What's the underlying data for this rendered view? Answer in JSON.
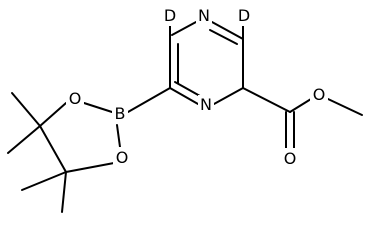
{
  "atoms": {
    "n_top": "N",
    "n_bottom": "N",
    "deuterium_left": "D",
    "deuterium_right": "D",
    "boron": "B",
    "oxygen_boronate_upper": "O",
    "oxygen_boronate_lower": "O",
    "oxygen_ester_single": "O",
    "oxygen_carbonyl": "O"
  }
}
